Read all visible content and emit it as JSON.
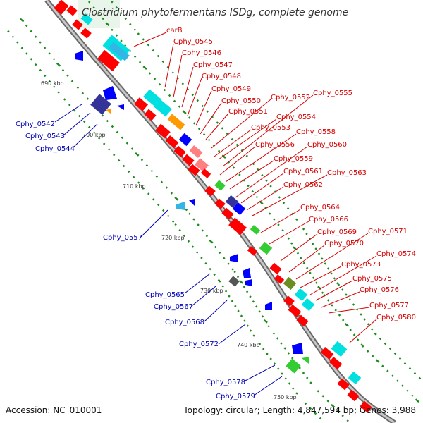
{
  "title": "Clostridium phytofermentans ISDg, complete genome",
  "accession_text": "Accession: NC_010001",
  "summary_text": "Topology: circular; Length: 4,847,594 bp; Genes: 3,988",
  "colors": {
    "backbone": "#8c8c8c",
    "tick": "#1a8a1a",
    "label_red": "#d40000",
    "label_blue": "#0000b4",
    "gene_red": "#ff0000",
    "gene_blue": "#0000ff",
    "gene_cyan": "#00e0e0",
    "gene_lightblue": "#33b5e5",
    "gene_green": "#33cc33",
    "gene_orange": "#ff9900",
    "gene_navy": "#333399",
    "gene_pink": "#ff8080",
    "gene_olive": "#6b8e23",
    "gene_gray": "#555555"
  },
  "tick_labels": [
    "690 kbp",
    "700 kbp",
    "710 kbp",
    "720 kbp",
    "730 kbp",
    "740 kbp",
    "750 kbp"
  ],
  "forward_genes": [
    {
      "name": "carB",
      "color": "#ff0000"
    },
    {
      "name": "Cphy_0545",
      "color": "#ff0000"
    },
    {
      "name": "Cphy_0546",
      "color": "#00e0e0"
    },
    {
      "name": "Cphy_0547",
      "color": "#ff0000"
    },
    {
      "name": "Cphy_0548",
      "color": "#ff9900"
    },
    {
      "name": "Cphy_0549",
      "color": "#0000ff"
    },
    {
      "name": "Cphy_0550",
      "color": "#ff8080"
    },
    {
      "name": "Cphy_0551",
      "color": "#ff0000"
    },
    {
      "name": "Cphy_0552",
      "color": "#ff0000"
    },
    {
      "name": "Cphy_0553",
      "color": "#ff0000"
    },
    {
      "name": "Cphy_0554",
      "color": "#ff8080"
    },
    {
      "name": "Cphy_0555",
      "color": "#ff0000"
    },
    {
      "name": "Cphy_0556",
      "color": "#ff0000"
    },
    {
      "name": "Cphy_0558",
      "color": "#33cc33"
    },
    {
      "name": "Cphy_0559",
      "color": "#ff0000"
    },
    {
      "name": "Cphy_0560",
      "color": "#333399"
    },
    {
      "name": "Cphy_0561",
      "color": "#ff0000"
    },
    {
      "name": "Cphy_0562",
      "color": "#ff0000"
    },
    {
      "name": "Cphy_0563",
      "color": "#ff0000"
    },
    {
      "name": "Cphy_0564",
      "color": "#33cc33"
    },
    {
      "name": "Cphy_0566",
      "color": "#ff0000"
    },
    {
      "name": "Cphy_0569",
      "color": "#33cc33"
    },
    {
      "name": "Cphy_0570",
      "color": "#ff0000"
    },
    {
      "name": "Cphy_0571",
      "color": "#6b8e23"
    },
    {
      "name": "Cphy_0573",
      "color": "#00e0e0"
    },
    {
      "name": "Cphy_0574",
      "color": "#ff0000"
    },
    {
      "name": "Cphy_0575",
      "color": "#00e0e0"
    },
    {
      "name": "Cphy_0576",
      "color": "#ff0000"
    },
    {
      "name": "Cphy_0577",
      "color": "#ff0000"
    },
    {
      "name": "Cphy_0580",
      "color": "#00e0e0"
    }
  ],
  "reverse_genes": [
    {
      "name": "Cphy_0542",
      "color": "#333399"
    },
    {
      "name": "Cphy_0543",
      "color": "#0000ff"
    },
    {
      "name": "Cphy_0544",
      "color": "#ff9900"
    },
    {
      "name": "Cphy_0557",
      "color": "#33b5e5"
    },
    {
      "name": "Cphy_0565",
      "color": "#0000ff"
    },
    {
      "name": "Cphy_0567",
      "color": "#555555"
    },
    {
      "name": "Cphy_0568",
      "color": "#0000ff"
    },
    {
      "name": "Cphy_0572",
      "color": "#0000ff"
    },
    {
      "name": "Cphy_0578",
      "color": "#0000ff"
    },
    {
      "name": "Cphy_0579",
      "color": "#33cc33"
    }
  ]
}
